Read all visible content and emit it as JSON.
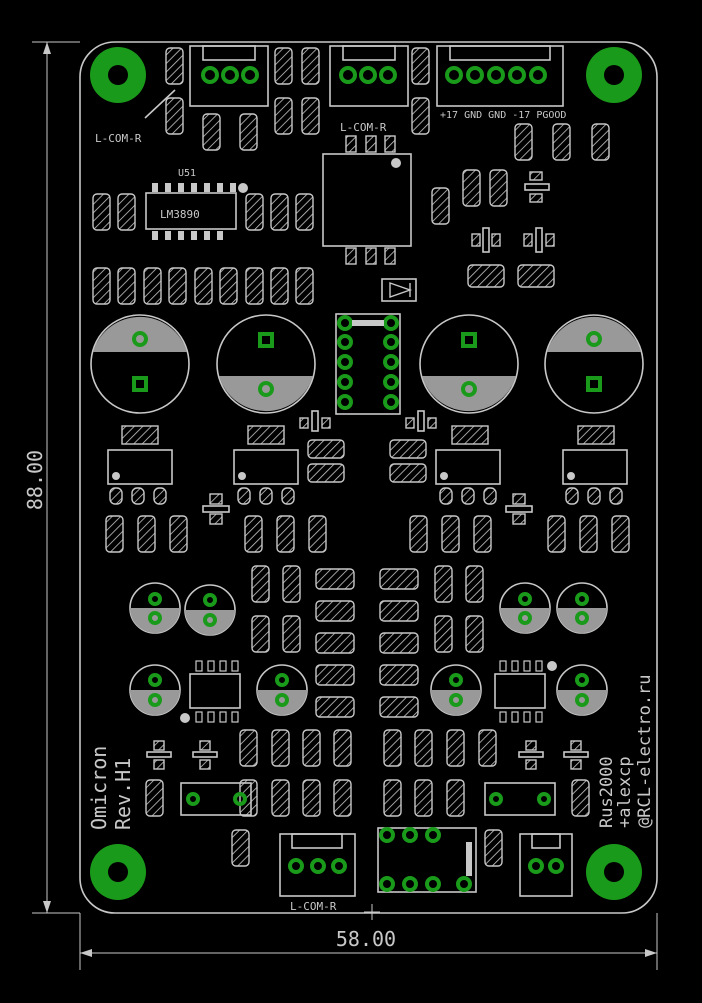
{
  "board": {
    "title_line1": "Omicron",
    "title_line2": "Rev.H1",
    "credit_line1": "Rus2000",
    "credit_line2": "+alexcp",
    "credit_line3": "@RCL-electro.ru",
    "ic_label": "LM3890",
    "ic_ref": "U51"
  },
  "connectors": {
    "top_left_label": "L-COM-R",
    "top_mid_label": "L-COM-R",
    "power_label": "+17 GND GND -17 PGOOD",
    "bottom_label": "L-COM-R"
  },
  "dimensions": {
    "height_label": "88.00",
    "width_label": "58.00"
  },
  "colors": {
    "board_outline": "#c8c8c8",
    "pad_copper": "#1a9a1a",
    "silkscreen": "#c8c8c8",
    "cap_fill": "#999999"
  }
}
